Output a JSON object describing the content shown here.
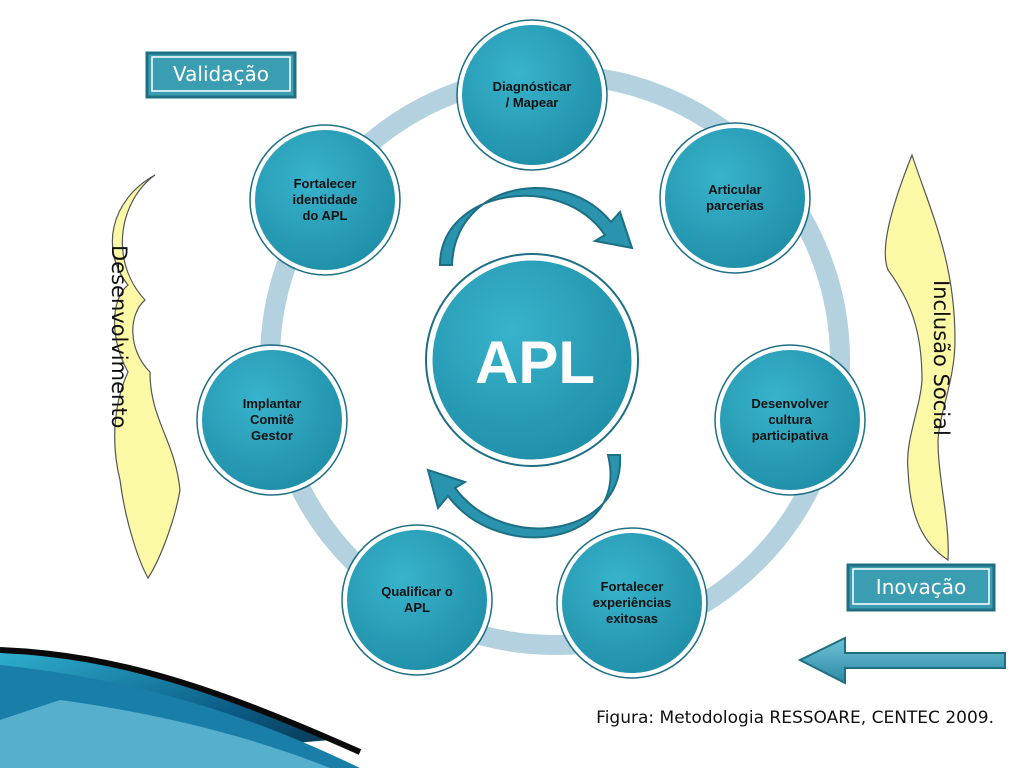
{
  "center": {
    "label": "APL"
  },
  "nodes": [
    {
      "lines": [
        "Diagnósticar",
        "/ Mapear"
      ]
    },
    {
      "lines": [
        "Articular",
        "parcerias"
      ]
    },
    {
      "lines": [
        "Desenvolver",
        "cultura",
        "participativa"
      ]
    },
    {
      "lines": [
        "Fortalecer",
        "experiências",
        "exitosas"
      ]
    },
    {
      "lines": [
        "Qualificar o",
        "APL"
      ]
    },
    {
      "lines": [
        "Implantar",
        "Comitê",
        "Gestor"
      ]
    },
    {
      "lines": [
        "Fortalecer",
        "identidade",
        "do APL"
      ]
    }
  ],
  "labels": {
    "validacao": "Validação",
    "inovacao": "Inovação",
    "desenvolvimento": "Desenvolvimento",
    "inclusao_social": "Inclusão Social"
  },
  "caption": "Figura: Metodologia RESSOARE, CENTEC 2009.",
  "colors": {
    "node_fill": "#2a9fb8",
    "node_stroke": "#1d6f85",
    "ring": "#b3d1de",
    "yellow": "#fbf9a6",
    "teal_box": "#3a9db1"
  }
}
